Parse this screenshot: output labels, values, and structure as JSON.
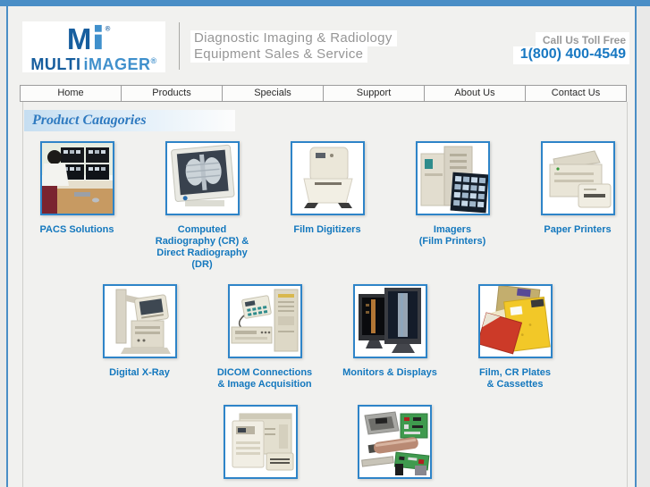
{
  "header": {
    "logo": {
      "mark_letter": "M",
      "registered_mark": "®",
      "title_dark": "MULTI",
      "title_light": "iMAGER"
    },
    "tagline_line1": "Diagnostic Imaging & Radiology",
    "tagline_line2": "Equipment Sales & Service",
    "call_us_label": "Call Us Toll Free",
    "phone_number": "1(800) 400-4549"
  },
  "nav": {
    "items": [
      {
        "label": "Home"
      },
      {
        "label": "Products"
      },
      {
        "label": "Specials"
      },
      {
        "label": "Support"
      },
      {
        "label": "About Us"
      },
      {
        "label": "Contact Us"
      }
    ]
  },
  "main": {
    "section_title": "Product Catagories",
    "rows": [
      {
        "items": [
          {
            "name": "pacs-solutions",
            "label_lines": [
              "PACS Solutions"
            ],
            "image_icon": "pacs-workstation-photo"
          },
          {
            "name": "computed-radiography",
            "label_lines": [
              "Computed",
              "Radiography (CR) &",
              "Direct Radiography",
              "(DR)"
            ],
            "image_icon": "chest-xray-monitor-photo"
          },
          {
            "name": "film-digitizers",
            "label_lines": [
              "Film Digitizers"
            ],
            "image_icon": "film-digitizer-photo"
          },
          {
            "name": "imagers",
            "label_lines": [
              "Imagers",
              "(Film Printers)"
            ],
            "image_icon": "film-printers-photo"
          },
          {
            "name": "paper-printers",
            "label_lines": [
              "Paper Printers"
            ],
            "image_icon": "paper-printers-photo"
          }
        ]
      },
      {
        "items": [
          {
            "name": "digital-x-ray",
            "label_lines": [
              "Digital X-Ray"
            ],
            "image_icon": "mobile-xray-photo"
          },
          {
            "name": "dicom-connections",
            "label_lines": [
              "DICOM Connections",
              "& Image Acquisition"
            ],
            "image_icon": "dicom-hardware-photo"
          },
          {
            "name": "monitors-displays",
            "label_lines": [
              "Monitors & Displays"
            ],
            "image_icon": "medical-monitors-photo"
          },
          {
            "name": "film-cr-plates",
            "label_lines": [
              "Film, CR Plates",
              "& Cassettes"
            ],
            "image_icon": "film-cassettes-photo"
          }
        ]
      },
      {
        "items": [
          {
            "name": "row3-item-1",
            "image_icon": "film-processor-photo"
          },
          {
            "name": "row3-item-2",
            "image_icon": "parts-components-photo"
          }
        ]
      }
    ]
  },
  "colors": {
    "frame_blue": "#4a8ec6",
    "logo_dark_blue": "#175e9e",
    "logo_light_blue": "#4090cc",
    "category_link_blue": "#1478be",
    "phone_blue": "#1878c2",
    "section_title_blue": "#2f7ac0",
    "image_border_blue": "#2e84c8",
    "tagline_gray": "#969696"
  }
}
